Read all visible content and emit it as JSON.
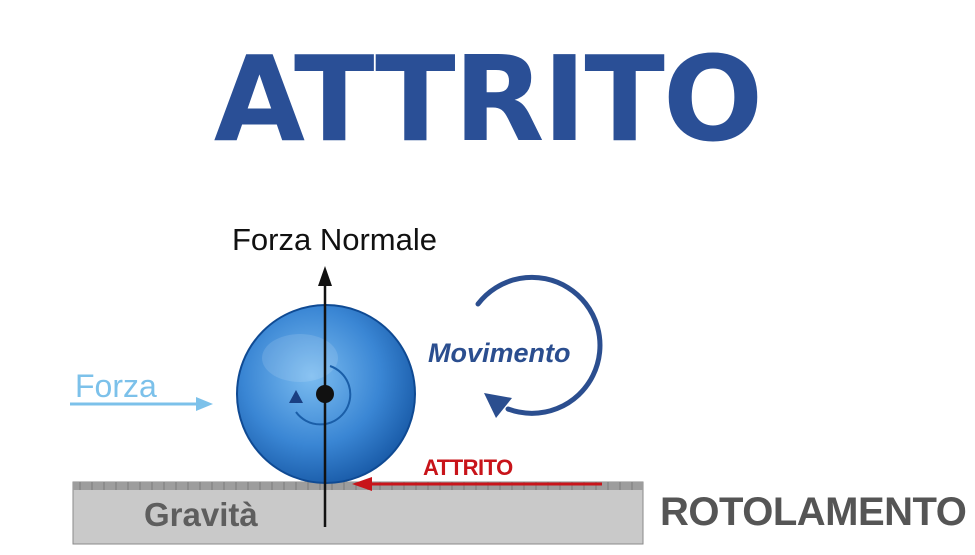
{
  "title": "ATTRITO",
  "labels": {
    "normal_force": "Forza Normale",
    "applied_force": "Forza",
    "motion": "Movimento",
    "friction": "ATTRITO",
    "gravity": "Gravità",
    "caption": "ROTOLAMENTO"
  },
  "colors": {
    "title": "#2a4f96",
    "sphere_light": "#5da6e6",
    "sphere_dark": "#1558a8",
    "applied_force": "#7cc1ea",
    "motion": "#2b4e8f",
    "friction": "#c8141a",
    "ground": "#c7c7c7",
    "ground_text": "#5e5e5e",
    "caption": "#555555"
  }
}
